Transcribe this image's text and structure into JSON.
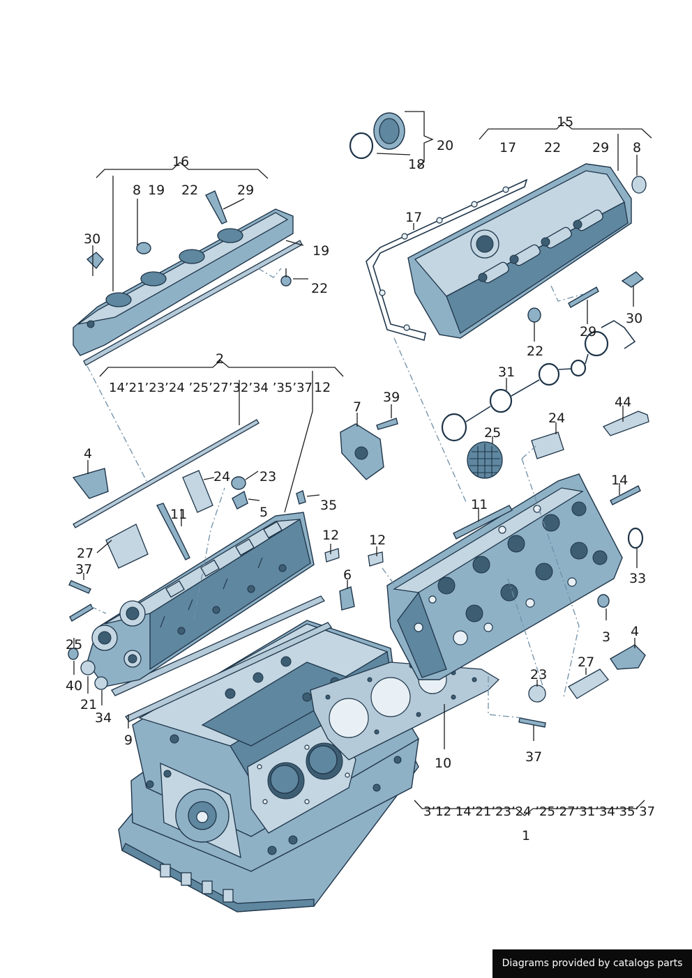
{
  "labels": {
    "l20": "20",
    "l18": "18",
    "l15": "15",
    "l17a": "17",
    "l22a": "22",
    "l29a": "29",
    "l8a": "8",
    "l16": "16",
    "l8b": "8",
    "l19a": "19",
    "l22b": "22",
    "l29b": "29",
    "l30a": "30",
    "l19b": "19",
    "l22c": "22",
    "l17b": "17",
    "l30b": "30",
    "l29c": "29",
    "l22d": "22",
    "l2": "2",
    "l2list": "14’21’23’24 ’25’27’32’34 ’35’37",
    "l12a": "12",
    "l31": "31",
    "l7": "7",
    "l39": "39",
    "l44": "44",
    "l25a": "25",
    "l24a": "24",
    "l4a": "4",
    "l24b": "24",
    "l23a": "23",
    "l5": "5",
    "l35": "35",
    "l11a": "11",
    "l11b": "11",
    "l14": "14",
    "l12b": "12",
    "l12c": "12",
    "l27a": "27",
    "l37a": "37",
    "l6": "6",
    "l33": "33",
    "l3": "3",
    "l25b": "25",
    "l40": "40",
    "l21": "21",
    "l34": "34",
    "l9": "9",
    "l4b": "4",
    "l27b": "27",
    "l23b": "23",
    "l37b": "37",
    "l10": "10",
    "l1list": "3’12  14’21’23’24 ’25’27’31’34’35’37",
    "l1": "1"
  },
  "footer": {
    "text": "Diagrams provided by catalogs parts"
  },
  "colors": {
    "part": "#8fb1c6",
    "outline": "#1e3448",
    "footer_bg": "#0b0b0b"
  },
  "icons": [
    "engine-block",
    "cylinder-head",
    "valve-cover",
    "gasket",
    "oil-filler-cap",
    "bolt",
    "seal-ring"
  ]
}
